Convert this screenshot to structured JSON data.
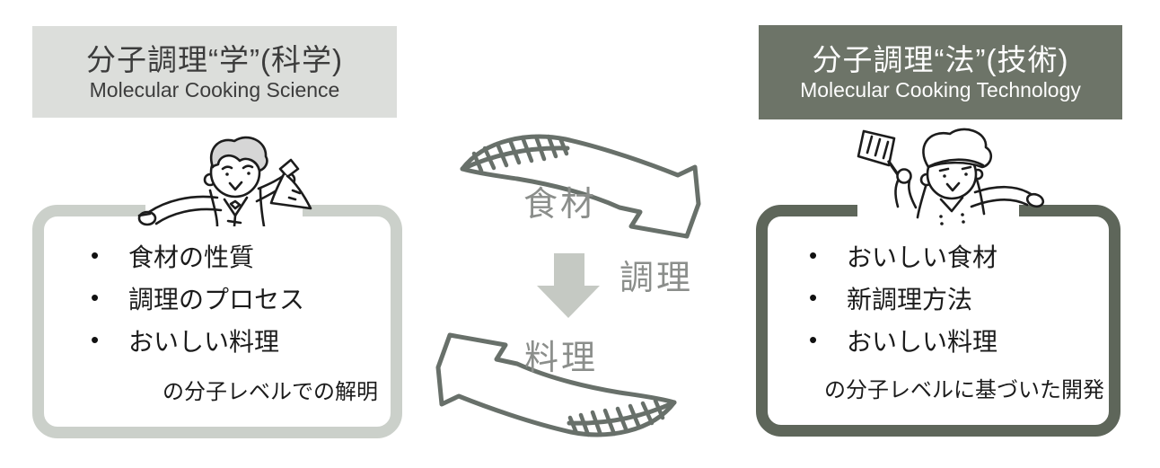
{
  "bullet": "•",
  "left_panel": {
    "header": {
      "title_jp": "分子調理“学”(科学)",
      "title_en": "Molecular Cooking Science"
    },
    "items": [
      "食材の性質",
      "調理のプロセス",
      "おいしい料理"
    ],
    "caption": "の分子レベルでの解明",
    "character": "scientist-with-flask"
  },
  "right_panel": {
    "header": {
      "title_jp": "分子調理“法”(技術)",
      "title_en": "Molecular Cooking Technology"
    },
    "items": [
      "おいしい食材",
      "新調理方法",
      "おいしい料理"
    ],
    "caption": "の分子レベルに基づいた開発",
    "character": "chef-with-spatula"
  },
  "cycle": {
    "top_label": "食材",
    "middle_label": "調理",
    "bottom_label": "料理"
  },
  "colors": {
    "light_header_bg": "#dcdedb",
    "dark_header_bg": "#6d7468",
    "light_box_border": "#cbd0ca",
    "dark_box_border": "#5e665a",
    "arrow_outline": "#68706a",
    "down_arrow_fill": "#c5c9c3",
    "cycle_label_text": "#8b8e8b"
  }
}
